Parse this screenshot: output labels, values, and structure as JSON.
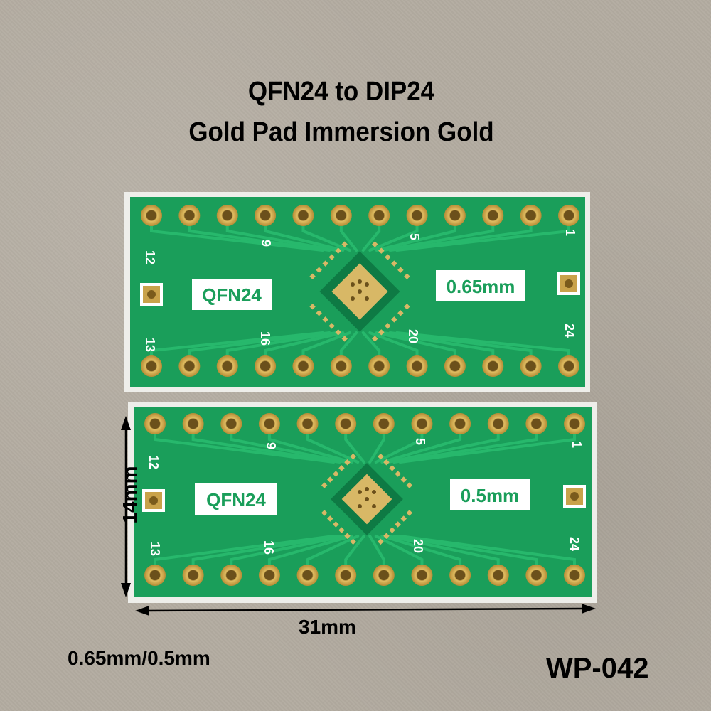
{
  "title_line1": "QFN24 to DIP24",
  "title_line2": "Gold Pad Immersion Gold",
  "boards": [
    {
      "chip_label": "QFN24",
      "pitch_label": "0.65mm",
      "pin_labels": [
        "12",
        "9",
        "5",
        "1",
        "13",
        "16",
        "20",
        "24"
      ]
    },
    {
      "chip_label": "QFN24",
      "pitch_label": "0.5mm",
      "pin_labels": [
        "12",
        "9",
        "5",
        "1",
        "13",
        "16",
        "20",
        "24"
      ]
    }
  ],
  "dimension_height": "14mm",
  "dimension_width": "31mm",
  "pitch_caption": "0.65mm/0.5mm",
  "model_number": "WP-042",
  "colors": {
    "board_green": "#1a9e5a",
    "trace_green": "#27b86c",
    "pad_gold": "#c9a24a",
    "silkscreen": "#ffffff"
  }
}
